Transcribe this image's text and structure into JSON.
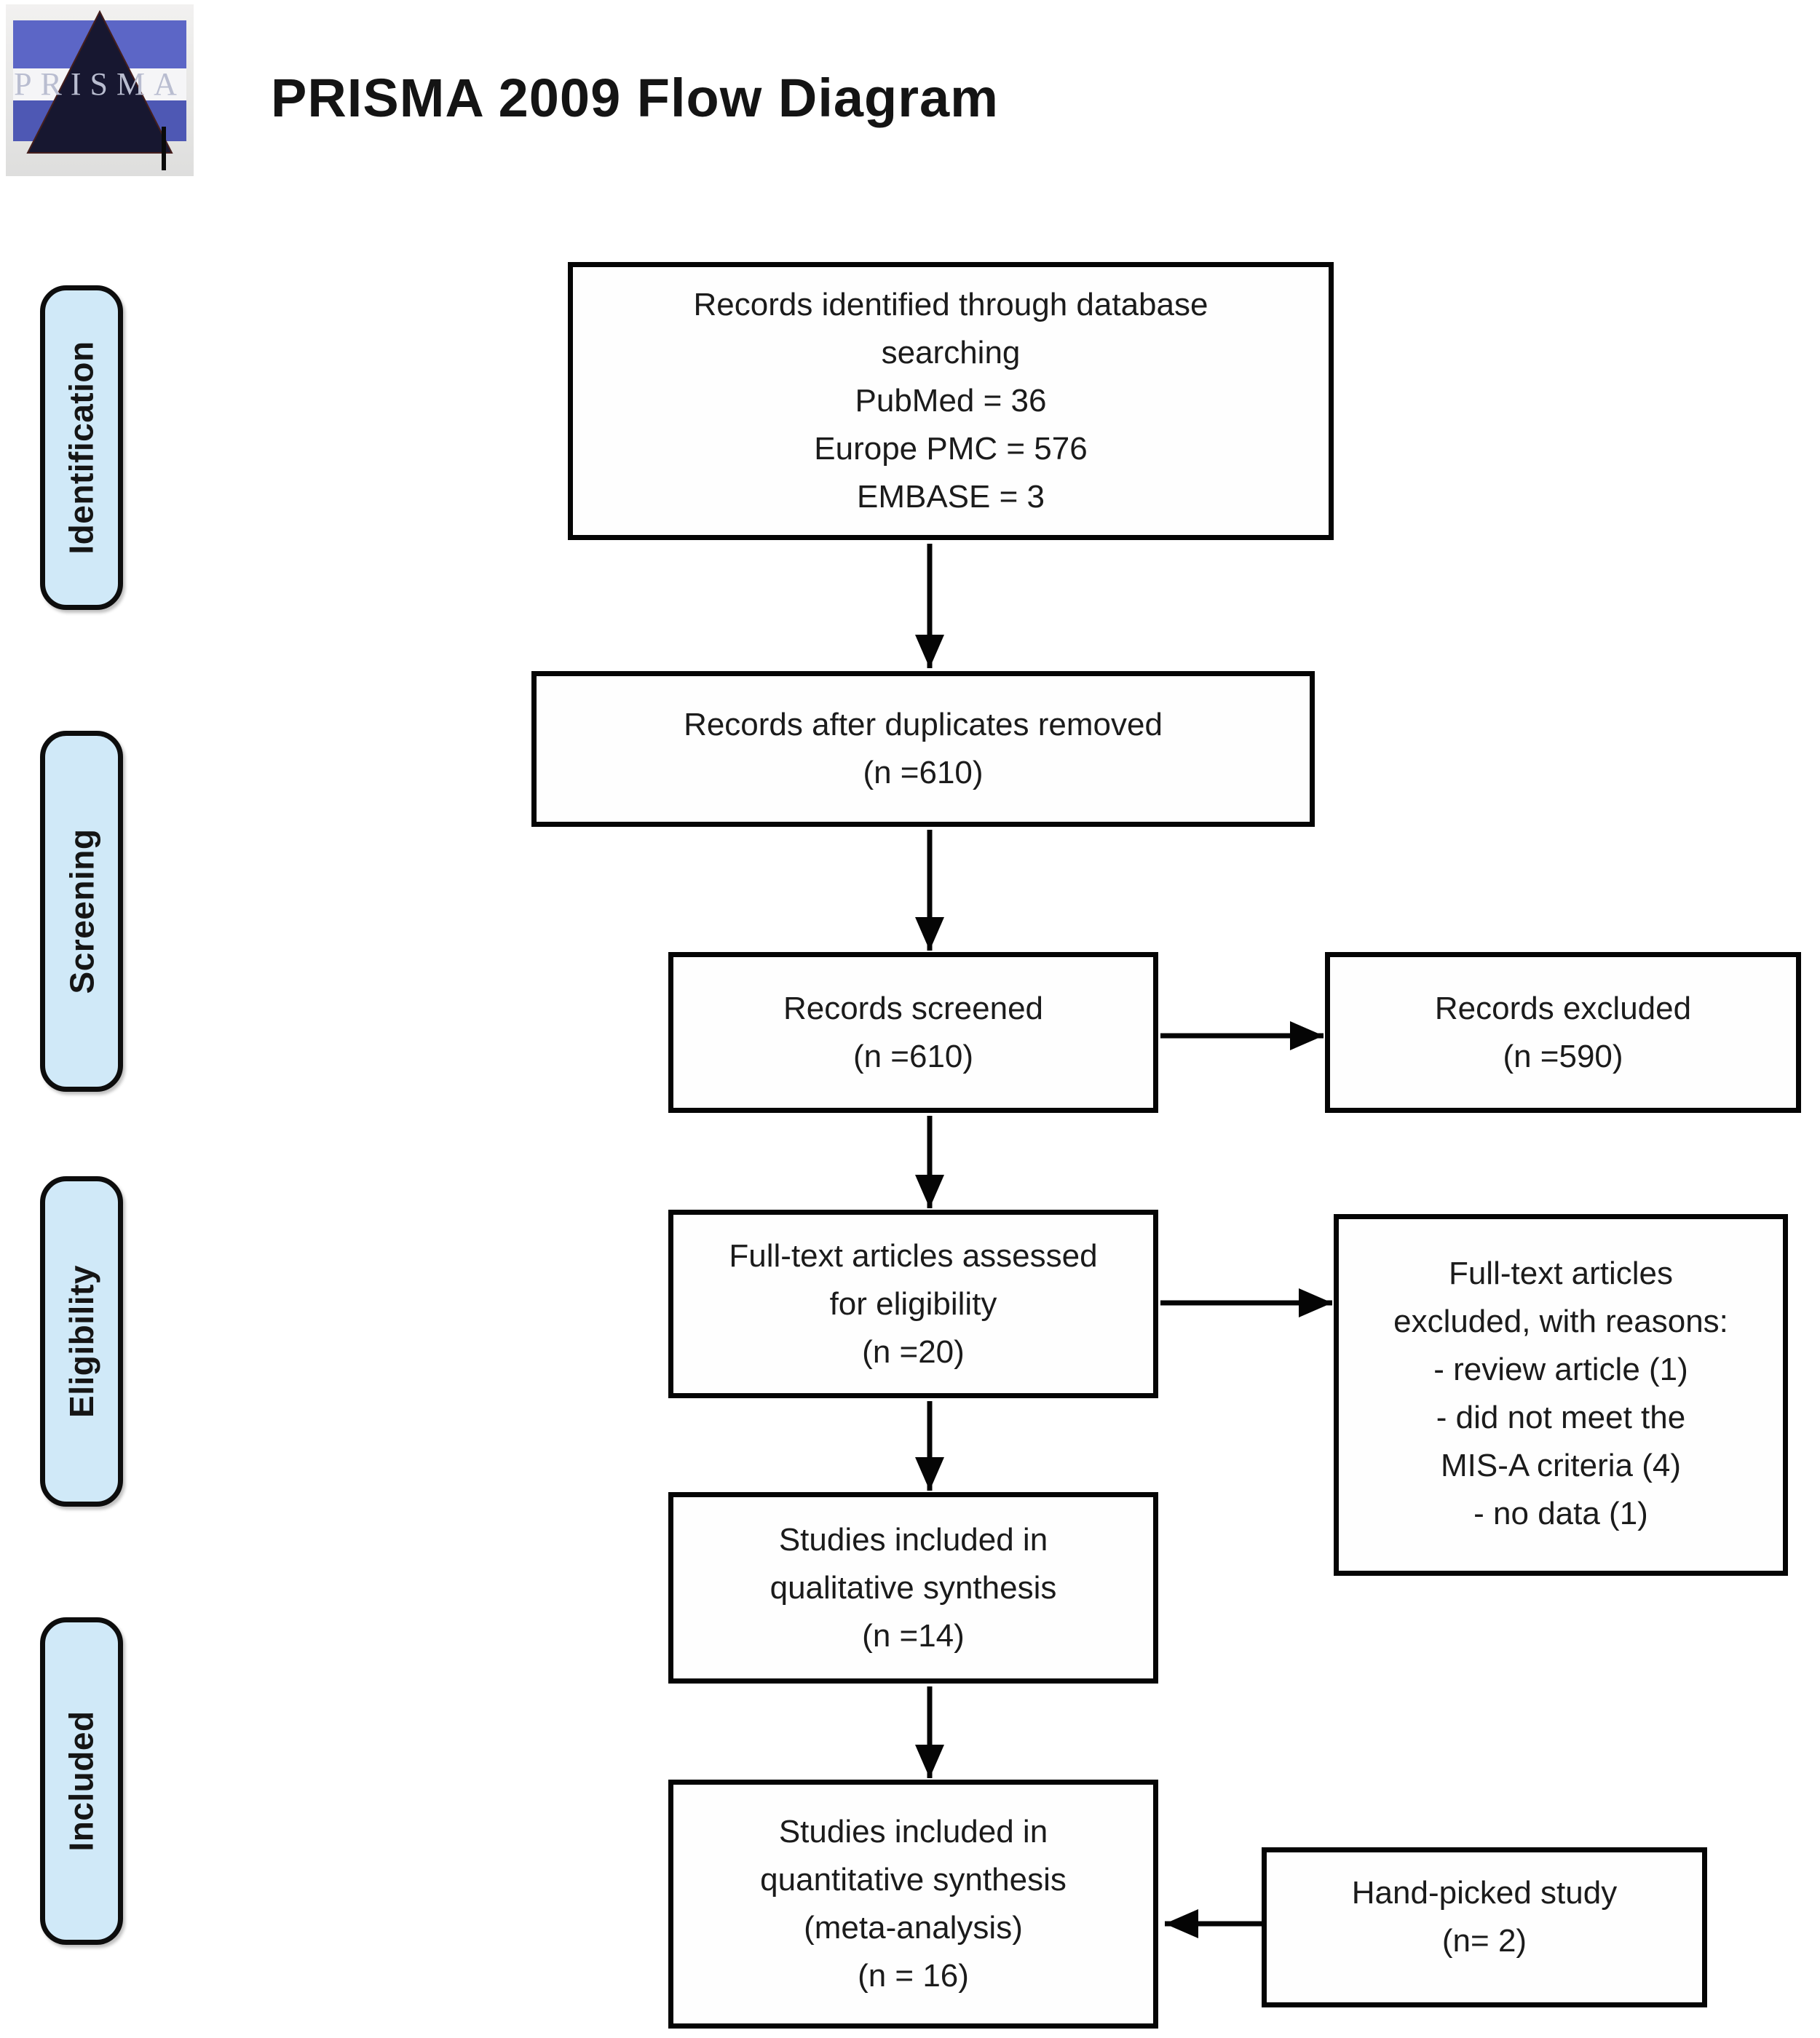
{
  "page": {
    "title": "PRISMA 2009 Flow Diagram"
  },
  "logo": {
    "text": "PRISMA"
  },
  "colors": {
    "phase_label_fill": "#d0e9f8",
    "box_border": "#050505",
    "text": "#1b1b1b",
    "logo_blue_top": "#5c66c6",
    "logo_blue_bottom": "#4e58b4",
    "logo_triangle": "#171730",
    "logo_letters": "#b9bdd0"
  },
  "side_labels": [
    {
      "id": "identification",
      "label": "Identification"
    },
    {
      "id": "screening",
      "label": "Screening"
    },
    {
      "id": "eligibility",
      "label": "Eligibility"
    },
    {
      "id": "included",
      "label": "Included"
    }
  ],
  "boxes": {
    "records_identified": {
      "lines": [
        "Records identified through database",
        "searching",
        "PubMed = 36",
        "Europe PMC = 576",
        "EMBASE = 3"
      ]
    },
    "duplicates_removed": {
      "lines": [
        "Records after duplicates removed",
        "(n =610)"
      ]
    },
    "records_screened": {
      "lines": [
        "Records screened",
        "(n =610)"
      ]
    },
    "records_excluded": {
      "lines": [
        "Records excluded",
        "(n =590)"
      ]
    },
    "fulltext_assessed": {
      "lines": [
        "Full-text articles assessed",
        "for eligibility",
        "(n =20)"
      ]
    },
    "fulltext_excluded": {
      "lines": [
        "Full-text articles",
        "excluded, with reasons:",
        "- review article (1)",
        "- did not meet the",
        "MIS-A criteria (4)",
        "- no data (1)"
      ]
    },
    "qualitative_synthesis": {
      "lines": [
        "Studies included in",
        "qualitative synthesis",
        "(n =14)"
      ]
    },
    "quantitative_synthesis": {
      "lines": [
        "Studies included in",
        "quantitative synthesis",
        "(meta-analysis)",
        "(n = 16)"
      ]
    },
    "handpicked_study": {
      "lines": [
        "Hand-picked study",
        "(n= 2)"
      ]
    }
  }
}
